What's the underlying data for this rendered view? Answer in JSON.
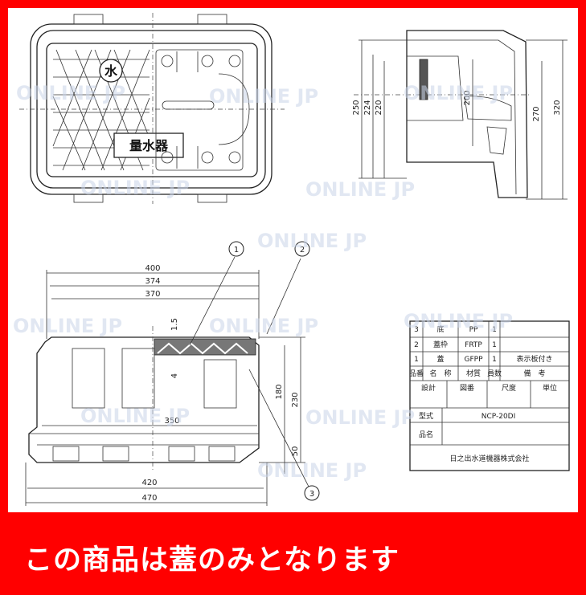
{
  "top_view": {
    "meter_label": "量水器",
    "water_mark": "水"
  },
  "side_view": {
    "dims": {
      "d250": "250",
      "d224": "224",
      "d220": "220",
      "d200": "200",
      "d270": "270",
      "d320": "320"
    }
  },
  "front_view": {
    "dims": {
      "d400": "400",
      "d374": "374",
      "d370": "370",
      "d1_5": "1.5",
      "d4": "4",
      "d350": "350",
      "d180": "180",
      "d230": "230",
      "d50": "50",
      "d420": "420",
      "d470": "470"
    },
    "callouts": [
      "1",
      "2",
      "3"
    ]
  },
  "parts_table": {
    "rows": [
      {
        "no": "3",
        "name": "底",
        "material": "PP",
        "qty": "1",
        "note": ""
      },
      {
        "no": "2",
        "name": "蓋枠",
        "material": "FRTP",
        "qty": "1",
        "note": ""
      },
      {
        "no": "1",
        "name": "蓋",
        "material": "GFPP",
        "qty": "1",
        "note": "表示板付き"
      }
    ],
    "header": {
      "no": "品番",
      "name": "名　称",
      "material": "材質",
      "qty": "員数",
      "note": "備　考"
    },
    "design_row": {
      "design": "設計",
      "drawing": "図番",
      "scale": "尺度",
      "unit": "単位"
    },
    "model_label": "型式",
    "model_value": "NCP-20DI",
    "product_label": "品名",
    "company": "日之出水道機器株式会社"
  },
  "watermark": "ONLINE JP",
  "notice": "この商品は蓋のみとなります",
  "colors": {
    "frame": "#ff0000",
    "paper": "#ffffff",
    "ink": "#222222",
    "watermark": "#c9d4e8"
  }
}
